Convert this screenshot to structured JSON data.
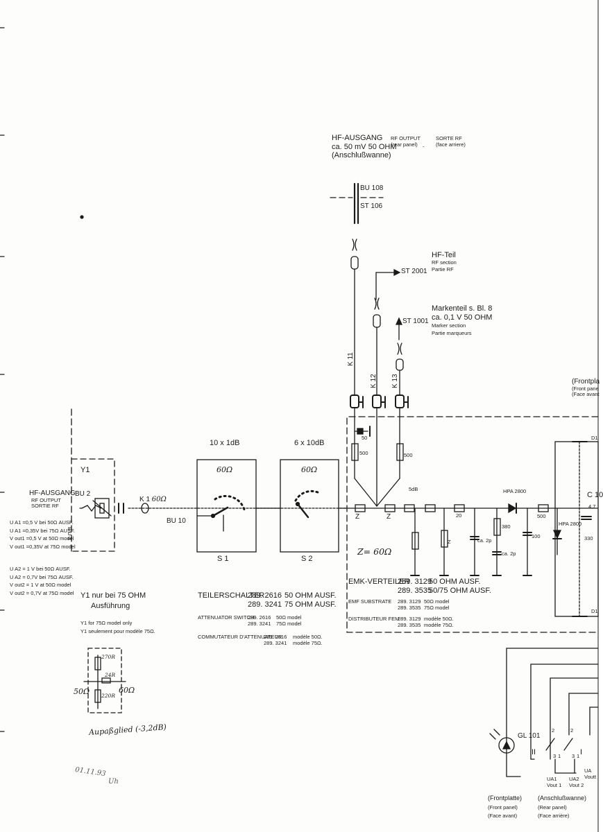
{
  "hf_output_top": {
    "de": [
      "HF-AUSGANG",
      "ca. 50 mV  50 OHM",
      "(Anschlußwanne)"
    ],
    "en": [
      "RF OUTPUT",
      "(rear panel)",
      "-"
    ],
    "fr": [
      "SORTE RF",
      "(face arriere)"
    ]
  },
  "connectors": {
    "bu108": "BU 108",
    "st106": "ST 106",
    "st2001": "ST 2001",
    "st1001": "ST 1001",
    "bu2": "BU 2",
    "bu10": "BU 10",
    "k1": "K 1",
    "k1_imp": "60Ω",
    "k11": "K 11",
    "k12": "K 12",
    "k13": "K 13"
  },
  "hf_teil": [
    "HF-Teil",
    "RF section",
    "Partie RF"
  ],
  "markenteil": [
    "Markenteil s. Bl. 8",
    "ca. 0,1 V  50 OHM",
    "Marker section",
    "Partie marqueurs"
  ],
  "frontplatte_top": [
    "(Frontpla",
    "(Front pane",
    "(Face avant"
  ],
  "left_output": {
    "de": "HF-AUSGANG",
    "en": "RF OUTPUT",
    "fr": "SORTIE RF",
    "y1": "Y1",
    "bu3": "B\nU\n3"
  },
  "voltages": [
    "U A1 =0,5  V bei 50Ω AUSF.",
    "U A1 =0,35V bei 75Ω AUSF.",
    "V out1 =0,5  V at 50Ω model",
    "V out1 =0,35V at 75Ω model",
    "U A2 = 1    V bei 50Ω AUSF.",
    "U A2 = 0,7V bei 75Ω AUSF.",
    "V out2 = 1    V at 50Ω model",
    "V out2 = 0,7V at 75Ω model"
  ],
  "y1_note": [
    "Y1 nur bei 75 OHM",
    "Ausführung",
    "Y1  for 75Ω model only",
    "Y1  seulement pour modèle 75Ω."
  ],
  "pad": {
    "r1": "270R",
    "r2": "24R",
    "r3": "220R",
    "left": "50Ω",
    "right": "60Ω",
    "caption": "Aupaßglied (-3,2dB)"
  },
  "date_sign": [
    "01.11.93",
    "Uh"
  ],
  "attenuators": {
    "s1": {
      "title": "10 x 1dB",
      "imp": "60Ω",
      "name": "S 1"
    },
    "s2": {
      "title": "6 x 10dB",
      "imp": "60Ω",
      "name": "S 2"
    }
  },
  "teilerschalter": {
    "de": "TEILERSCHALTER",
    "de_nums": [
      "289. 2616",
      "289. 3241"
    ],
    "de_vals": [
      "50 OHM AUSF.",
      "75 OHM AUSF."
    ],
    "en": "ATTENUATOR SWITCH",
    "en_nums": [
      "289. 2616",
      "289. 3241"
    ],
    "en_vals": [
      "50Ω model",
      "75Ω model"
    ],
    "fr": "COMMUTATEUR D'ATTENUATEUR",
    "fr_nums": [
      "289. 2616",
      "289. 3241"
    ],
    "fr_vals": [
      "modèle 50Ω.",
      "modèle 75Ω."
    ]
  },
  "distributor": {
    "z_label": "Z= 60Ω",
    "z1": "Z",
    "z2": "Z",
    "z3": "Z",
    "db": "5dB",
    "r50": "50",
    "r500a": "500",
    "r500b": "500",
    "r20": "20",
    "r380": "380",
    "r500c": "500",
    "c1": "ca. 2p",
    "c2": "ca. 2p",
    "c100": "100",
    "hpa1": "HPA 2800",
    "hpa2": "HPA 2800",
    "c10": "C 10",
    "c47": "4,7",
    "c330": "330",
    "d1": "D1",
    "d2": "D1",
    "de": "EMK-VERTEILER",
    "de_nums": [
      "289. 3129",
      "289. 3535"
    ],
    "de_vals": [
      "50 OHM AUSF.",
      "50/75 OHM AUSF."
    ],
    "en": "EMF SUBSTRATE",
    "en_nums": [
      "289. 3129",
      "289. 3535"
    ],
    "en_vals": [
      "50Ω model",
      "75Ω model"
    ],
    "fr": "DISTRIBUTEUR FEM",
    "fr_nums": [
      "289. 3129",
      "289. 3535"
    ],
    "fr_vals": [
      "modèle 50Ω.",
      "modèle   75Ω."
    ]
  },
  "bottom_right": {
    "gl": "GL 101",
    "sw_labels": [
      "II",
      "I",
      "3",
      "1",
      "3",
      "1",
      "2",
      "2"
    ],
    "ua1": "UA1",
    "vout1": "Vout 1",
    "ua2": "UA2",
    "vout2": "Vout 2",
    "ua": "UA",
    "vout": "Voutt",
    "front": [
      "(Frontplatte)",
      "(Front panel)",
      "(Face avant)"
    ],
    "rear": [
      "(Anschlußwanne)",
      "(Rear panel)",
      "(Face arrière)"
    ]
  }
}
